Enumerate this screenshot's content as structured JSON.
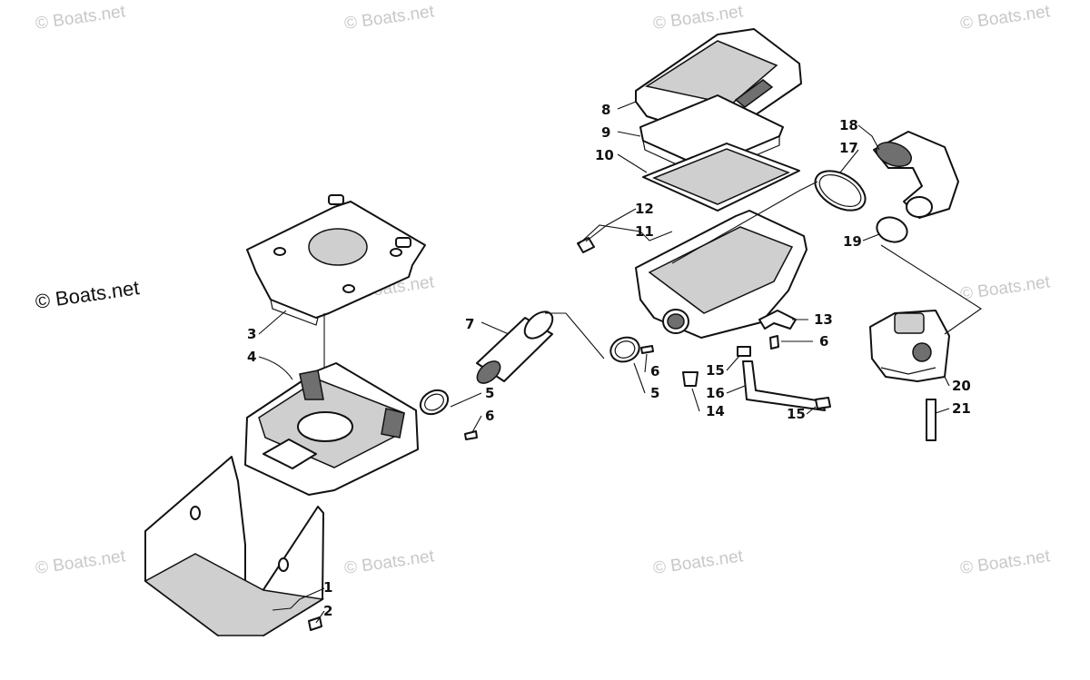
{
  "watermark": "© Boats.net",
  "brand_label": "© Boats.net",
  "callouts": [
    "1",
    "2",
    "3",
    "4",
    "5",
    "5",
    "6",
    "6",
    "6",
    "7",
    "8",
    "9",
    "10",
    "11",
    "12",
    "13",
    "14",
    "15",
    "15",
    "16",
    "17",
    "18",
    "19",
    "20",
    "21"
  ]
}
